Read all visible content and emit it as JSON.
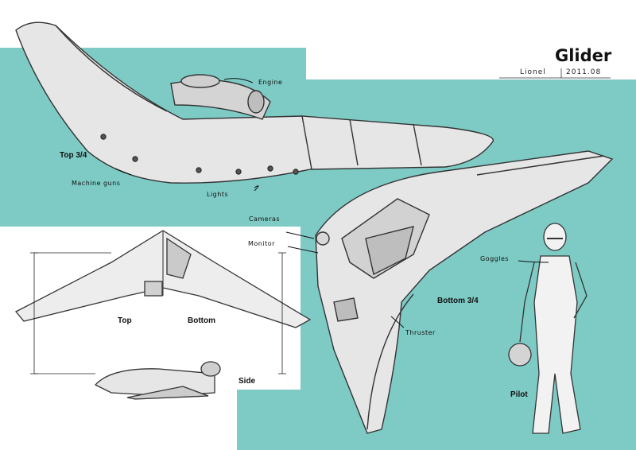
{
  "sheet": {
    "title": "Glider",
    "artist": "Lionel",
    "date": "2011.08",
    "colors": {
      "background": "#7ECBC6",
      "paper": "#FFFFFF",
      "ink": "#111111",
      "hull": "#E6E6E6"
    }
  },
  "views": {
    "top_three_quarter": "Top 3/4",
    "top": "Top",
    "bottom": "Bottom",
    "side": "Side",
    "bottom_three_quarter": "Bottom 3/4",
    "pilot": "Pilot"
  },
  "callouts": {
    "engine": "Engine",
    "machine_guns": "Machine guns",
    "lights": "Lights",
    "cameras": "Cameras",
    "monitor": "Monitor",
    "thruster": "Thruster",
    "goggles": "Goggles"
  }
}
